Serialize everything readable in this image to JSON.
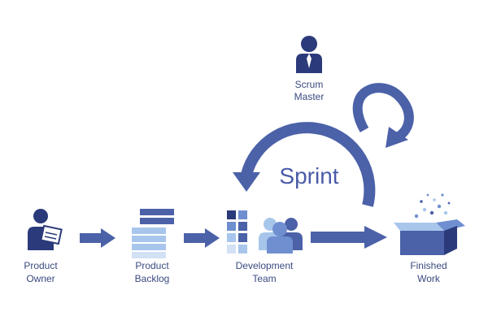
{
  "labels": {
    "product_owner": [
      "Product",
      "Owner"
    ],
    "product_backlog": [
      "Product",
      "Backlog"
    ],
    "development_team": [
      "Development",
      "Team"
    ],
    "finished_work": [
      "Finished",
      "Work"
    ],
    "scrum_master": [
      "Scrum",
      "Master"
    ],
    "sprint": "Sprint"
  },
  "colors": {
    "dark_navy": "#2b3a7a",
    "primary_blue": "#4b61a8",
    "light_blue": "#a8c6ec",
    "pale_blue": "#d3e1f5",
    "mid_blue": "#6f8fd0",
    "text": "#3a4a80"
  }
}
